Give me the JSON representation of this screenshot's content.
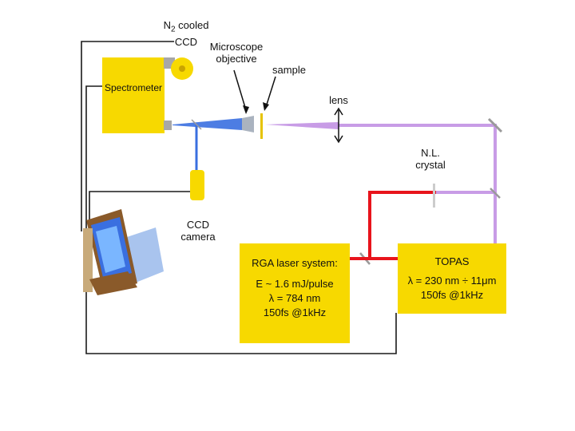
{
  "labels": {
    "ccd_cooled": {
      "prefix": "N",
      "sub": "2",
      "rest": " cooled",
      "line2": "CCD"
    },
    "objective": {
      "line1": "Microscope",
      "line2": "objective"
    },
    "sample": "sample",
    "lens": "lens",
    "crystal": {
      "line1": "N.L.",
      "line2": "crystal"
    },
    "ccd_camera": {
      "line1": "CCD",
      "line2": "camera"
    }
  },
  "spectrometer": {
    "label": "Spectrometer"
  },
  "rga": {
    "title": "RGA laser system:",
    "energy": "E ~ 1.6 mJ/pulse",
    "wavelength": "λ = 784 nm",
    "pulse": "150fs @1kHz"
  },
  "topas": {
    "title": "TOPAS",
    "range": "λ = 230 nm ÷ 11μm",
    "pulse": "150fs @1kHz"
  },
  "colors": {
    "component_yellow": "#f7d900",
    "red_beam": "#e8141c",
    "violet_beam": "#c89ce6",
    "blue_beam": "#3a6fe0",
    "wire": "#1a1a1a"
  },
  "icons": {
    "computer": "computer-icon",
    "mirror": "mirror-icon",
    "lens": "lens-icon"
  }
}
